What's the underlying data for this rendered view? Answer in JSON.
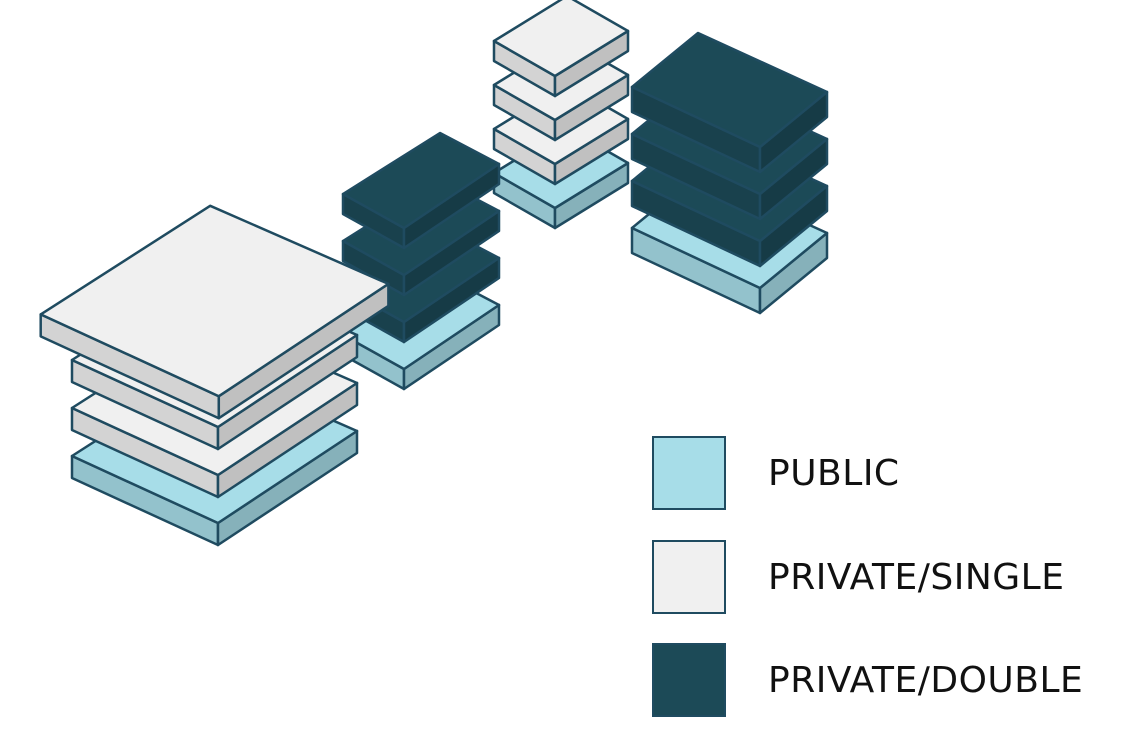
{
  "colors": {
    "public": "#a7dde8",
    "private_single": "#f0f0f0",
    "private_double": "#1c4a57",
    "stroke": "#1f4b60",
    "background": "#ffffff"
  },
  "legend": [
    {
      "key": "public",
      "label": "PUBLIC"
    },
    {
      "key": "private_single",
      "label": "PRIVATE/SINGLE"
    },
    {
      "key": "private_double",
      "label": "PRIVATE/DOUBLE"
    }
  ],
  "stacks": [
    {
      "name": "back-center-stack",
      "levels": [
        "public",
        "private_single",
        "private_single",
        "private_single"
      ]
    },
    {
      "name": "back-right-stack",
      "levels": [
        "public",
        "private_double",
        "private_double",
        "private_double"
      ]
    },
    {
      "name": "middle-stack",
      "levels": [
        "public",
        "private_double",
        "private_double",
        "private_double"
      ]
    },
    {
      "name": "front-left-stack",
      "levels": [
        "public",
        "private_single",
        "private_single",
        "private_single"
      ]
    }
  ]
}
